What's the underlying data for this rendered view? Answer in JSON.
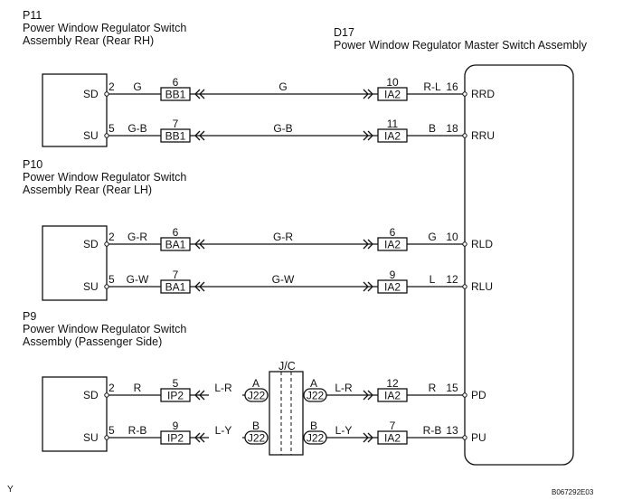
{
  "components": {
    "p11": {
      "id": "P11",
      "name": "Power Window Regulator Switch",
      "name2": "Assembly Rear (Rear RH)"
    },
    "d17": {
      "id": "D17",
      "name": "Power Window Regulator Master Switch Assembly"
    },
    "p10": {
      "id": "P10",
      "name": "Power Window Regulator Switch",
      "name2": "Assembly Rear (Rear LH)"
    },
    "p9": {
      "id": "P9",
      "name": "Power Window Regulator Switch",
      "name2": "Assembly (Passenger Side)"
    },
    "jc": "J/C"
  },
  "circuits": [
    {
      "pin_l": "SD",
      "pnum_l": "2",
      "wire_l": "G",
      "conn_l": "BB1",
      "conn_l_pin": "6",
      "wire_mid": "G",
      "conn_r": "IA2",
      "conn_r_pin": "10",
      "wire_r": "R-L",
      "pnum_r": "16",
      "pin_r": "RRD"
    },
    {
      "pin_l": "SU",
      "pnum_l": "5",
      "wire_l": "G-B",
      "conn_l": "BB1",
      "conn_l_pin": "7",
      "wire_mid": "G-B",
      "conn_r": "IA2",
      "conn_r_pin": "11",
      "wire_r": "B",
      "pnum_r": "18",
      "pin_r": "RRU"
    },
    {
      "pin_l": "SD",
      "pnum_l": "2",
      "wire_l": "G-R",
      "conn_l": "BA1",
      "conn_l_pin": "6",
      "wire_mid": "G-R",
      "conn_r": "IA2",
      "conn_r_pin": "6",
      "wire_r": "G",
      "pnum_r": "10",
      "pin_r": "RLD"
    },
    {
      "pin_l": "SU",
      "pnum_l": "5",
      "wire_l": "G-W",
      "conn_l": "BA1",
      "conn_l_pin": "7",
      "wire_mid": "G-W",
      "conn_r": "IA2",
      "conn_r_pin": "9",
      "wire_r": "L",
      "pnum_r": "12",
      "pin_r": "RLU"
    }
  ],
  "jc_circuits": [
    {
      "pin_l": "SD",
      "pnum_l": "2",
      "wire_l": "R",
      "conn_l": "IP2",
      "conn_l_pin": "5",
      "wire_a": "L-R",
      "j_in": "J22",
      "j_in_pin": "A",
      "j_out": "J22",
      "j_out_pin": "A",
      "wire_b": "L-R",
      "conn_r": "IA2",
      "conn_r_pin": "12",
      "wire_r": "R",
      "pnum_r": "15",
      "pin_r": "PD"
    },
    {
      "pin_l": "SU",
      "pnum_l": "5",
      "wire_l": "R-B",
      "conn_l": "IP2",
      "conn_l_pin": "9",
      "wire_a": "L-Y",
      "j_in": "J22",
      "j_in_pin": "B",
      "j_out": "J22",
      "j_out_pin": "B",
      "wire_b": "L-Y",
      "conn_r": "IA2",
      "conn_r_pin": "7",
      "wire_r": "R-B",
      "pnum_r": "13",
      "pin_r": "PU"
    }
  ],
  "footer": {
    "left": "Y",
    "right": "B067292E03"
  }
}
